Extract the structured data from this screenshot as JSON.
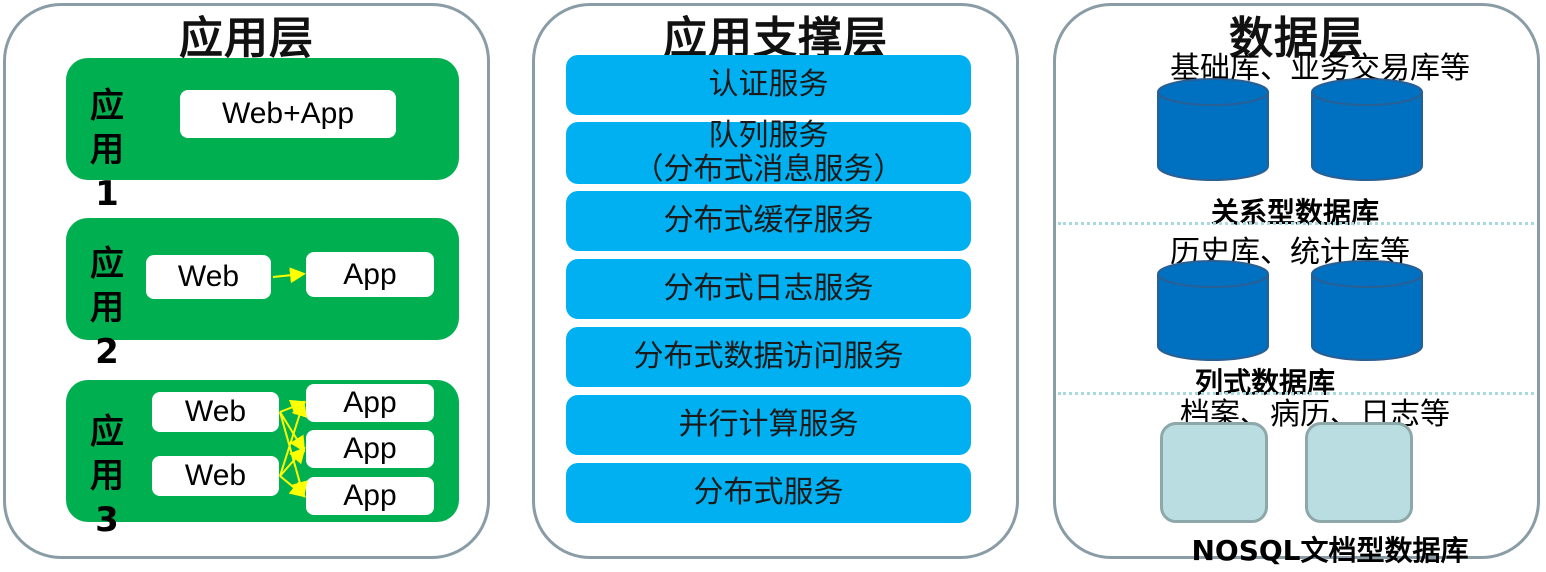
{
  "application_layer": {
    "title": "应用层",
    "apps": [
      {
        "label": [
          "应",
          "用",
          "1"
        ],
        "boxes": [
          "Web+App"
        ]
      },
      {
        "label": [
          "应",
          "用",
          "2"
        ],
        "boxes": [
          "Web",
          "App"
        ]
      },
      {
        "label": [
          "应",
          "用",
          "3"
        ],
        "boxes": [
          "Web",
          "Web",
          "App",
          "App",
          "App"
        ]
      }
    ]
  },
  "support_layer": {
    "title": "应用支撑层",
    "services": [
      {
        "line1": "认证服务",
        "line2": ""
      },
      {
        "line1": "队列服务",
        "line2": "（分布式消息服务）"
      },
      {
        "line1": "分布式缓存服务",
        "line2": ""
      },
      {
        "line1": "分布式日志服务",
        "line2": ""
      },
      {
        "line1": "分布式数据访问服务",
        "line2": ""
      },
      {
        "line1": "并行计算服务",
        "line2": ""
      },
      {
        "line1": "分布式服务",
        "line2": ""
      }
    ]
  },
  "data_layer": {
    "title": "数据层",
    "groups": [
      {
        "caption": "基础库、业务交易库等",
        "type": "关系型数据库"
      },
      {
        "caption": "历史库、统计库等",
        "type": "列式数据库"
      },
      {
        "caption": "档案、病历、日志等",
        "type": "NOSQL文档型数据库"
      }
    ]
  },
  "colors": {
    "app_green": "#00b050",
    "service_blue": "#00b0f0",
    "db_blue": "#0070c0",
    "doc_teal": "#b9dde0",
    "arrow_yellow": "#ffff00",
    "panel_border": "#8a9ca6"
  }
}
